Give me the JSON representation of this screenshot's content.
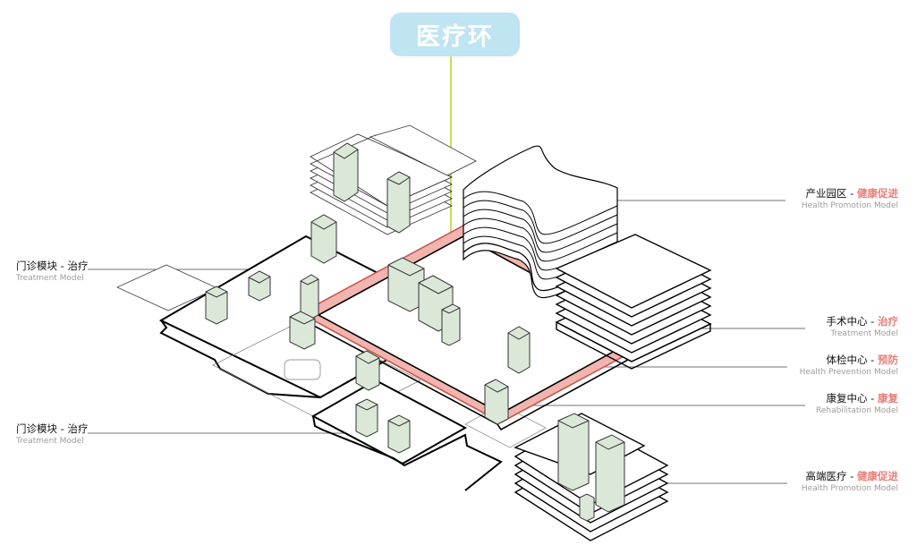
{
  "title": "医疗环",
  "colors": {
    "title_bg": "#bfe4f2",
    "title_text": "#ffffff",
    "connector": "#b7d334",
    "ring_fill": "#f2b4ae",
    "ring_stroke": "#c8564f",
    "accent_text": "#e87f7a",
    "building_fill": "#dbe8d8",
    "line": "#000000"
  },
  "labels_left": [
    {
      "zh": "门诊模块 - 治疗",
      "en": "Treatment Model"
    },
    {
      "zh": "门诊模块 - 治疗",
      "en": "Treatment Model"
    }
  ],
  "labels_right": [
    {
      "zh_main": "产业园区 - ",
      "zh_accent": "健康促进",
      "en": "Health Promotion Model"
    },
    {
      "zh_main": "手术中心 - ",
      "zh_accent": "治疗",
      "en": "Treatment Model"
    },
    {
      "zh_main": "体检中心 - ",
      "zh_accent": "预防",
      "en": "Health Prevention Model"
    },
    {
      "zh_main": "康复中心 - ",
      "zh_accent": "康复",
      "en": "Rehabilitation Model"
    },
    {
      "zh_main": "高端医疗 - ",
      "zh_accent": "健康促进",
      "en": "Health Promotion Model"
    }
  ]
}
